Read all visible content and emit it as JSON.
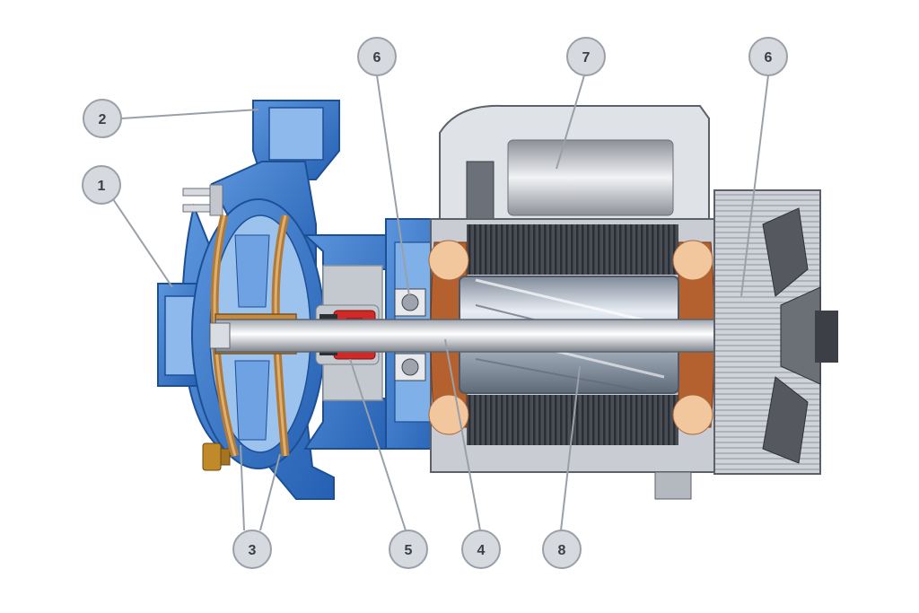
{
  "colors": {
    "pump_blue": "#2e6fc4",
    "pump_blue_light": "#8db9ec",
    "bronze": "#b07a3a",
    "stator_dark": "#3d4047",
    "motor_grey": "#c9ccd2",
    "copper": "#b5602f",
    "callout_fill": "#d6dadf",
    "callout_stroke": "#9aa0a8"
  },
  "callouts": [
    {
      "id": "1",
      "label": "1"
    },
    {
      "id": "2",
      "label": "2"
    },
    {
      "id": "3",
      "label": "3"
    },
    {
      "id": "4",
      "label": "4"
    },
    {
      "id": "5",
      "label": "5"
    },
    {
      "id": "6a",
      "label": "6"
    },
    {
      "id": "6b",
      "label": "6"
    },
    {
      "id": "7",
      "label": "7"
    },
    {
      "id": "8",
      "label": "8"
    }
  ]
}
